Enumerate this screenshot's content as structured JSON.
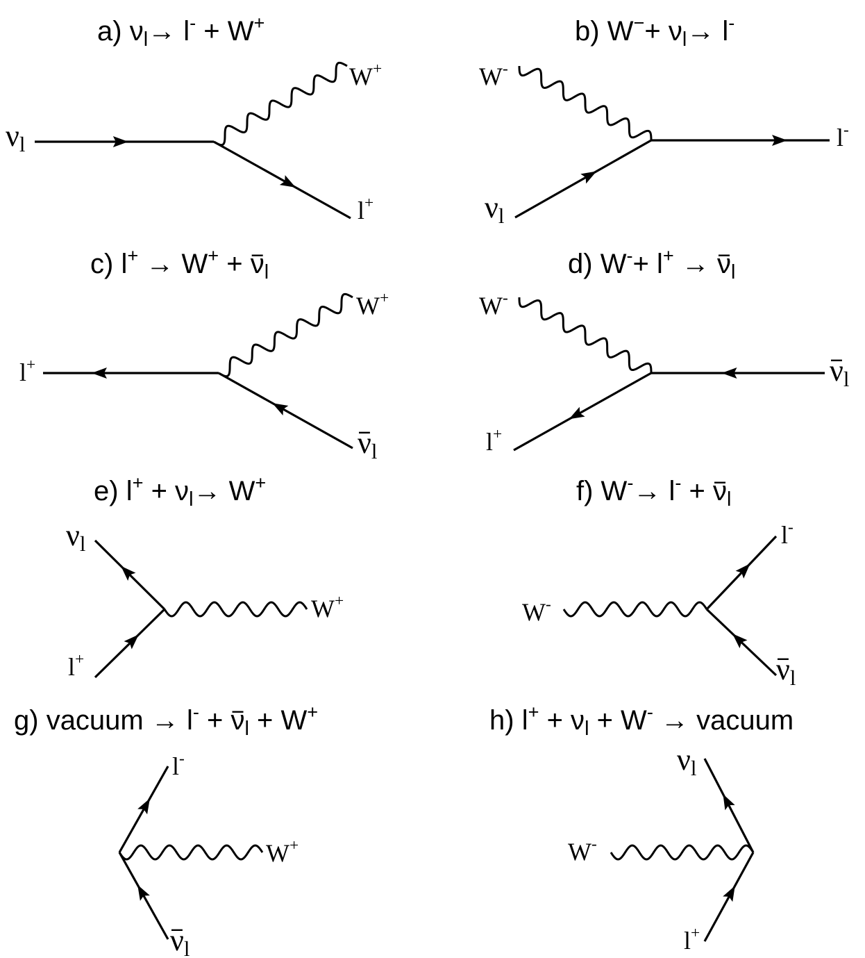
{
  "colors": {
    "ink": "#000000",
    "background": "#ffffff"
  },
  "diagrams": [
    {
      "id": "a",
      "title": {
        "prefix": "a) ",
        "parts": [
          {
            "t": "ν"
          },
          {
            "t": "l",
            "sub": true
          },
          {
            "t": "→ l"
          },
          {
            "t": "-",
            "sup": true
          },
          {
            "t": " + W"
          },
          {
            "t": "+",
            "sup": true
          }
        ]
      },
      "labels": {
        "w": {
          "base": "W",
          "sup": "+"
        },
        "nu": {
          "base": "ν",
          "sub": "l"
        },
        "lepton": {
          "base": "l",
          "sup": "+"
        }
      }
    },
    {
      "id": "b",
      "title": {
        "prefix": "b) ",
        "parts": [
          {
            "t": "W"
          },
          {
            "t": "−",
            "sup": true
          },
          {
            "t": "+ ν"
          },
          {
            "t": "l",
            "sub": true
          },
          {
            "t": "→ l"
          },
          {
            "t": "-",
            "sup": true
          }
        ]
      },
      "labels": {
        "w": {
          "base": "W",
          "sup": "-"
        },
        "nu": {
          "base": "ν",
          "sub": "l"
        },
        "lepton": {
          "base": "l",
          "sup": "-"
        }
      }
    },
    {
      "id": "c",
      "title": {
        "prefix": "c) ",
        "parts": [
          {
            "t": "l"
          },
          {
            "t": "+",
            "sup": true
          },
          {
            "t": " → W"
          },
          {
            "t": "+",
            "sup": true
          },
          {
            "t": " + "
          },
          {
            "t": "ν",
            "bar": true
          },
          {
            "t": "l",
            "sub": true
          }
        ]
      },
      "labels": {
        "w": {
          "base": "W",
          "sup": "+"
        },
        "nu": {
          "base": "ν",
          "sub": "l",
          "bar": true
        },
        "lepton": {
          "base": "l",
          "sup": "+"
        }
      }
    },
    {
      "id": "d",
      "title": {
        "prefix": "d) ",
        "parts": [
          {
            "t": "W"
          },
          {
            "t": "-",
            "sup": true
          },
          {
            "t": "+ l"
          },
          {
            "t": "+",
            "sup": true
          },
          {
            "t": " → "
          },
          {
            "t": "ν",
            "bar": true
          },
          {
            "t": "l",
            "sub": true
          }
        ]
      },
      "labels": {
        "w": {
          "base": "W",
          "sup": "-"
        },
        "nu": {
          "base": "ν",
          "sub": "l",
          "bar": true
        },
        "lepton": {
          "base": "l",
          "sup": "+"
        }
      }
    },
    {
      "id": "e",
      "title": {
        "prefix": "e) ",
        "parts": [
          {
            "t": "l"
          },
          {
            "t": "+",
            "sup": true
          },
          {
            "t": " + ν"
          },
          {
            "t": "l",
            "sub": true
          },
          {
            "t": "→ W"
          },
          {
            "t": "+",
            "sup": true
          }
        ]
      },
      "labels": {
        "w": {
          "base": "W",
          "sup": "+"
        },
        "nu": {
          "base": "ν",
          "sub": "l"
        },
        "lepton": {
          "base": "l",
          "sup": "+"
        }
      }
    },
    {
      "id": "f",
      "title": {
        "prefix": "f) ",
        "parts": [
          {
            "t": "W"
          },
          {
            "t": "-",
            "sup": true
          },
          {
            "t": "→ l"
          },
          {
            "t": "-",
            "sup": true
          },
          {
            "t": " + "
          },
          {
            "t": "ν",
            "bar": true
          },
          {
            "t": "l",
            "sub": true
          }
        ]
      },
      "labels": {
        "w": {
          "base": "W",
          "sup": "-"
        },
        "nu": {
          "base": "ν",
          "sub": "l",
          "bar": true
        },
        "lepton": {
          "base": "l",
          "sup": "-"
        }
      }
    },
    {
      "id": "g",
      "title": {
        "prefix": "g) ",
        "parts": [
          {
            "t": "vacuum → l"
          },
          {
            "t": "-",
            "sup": true
          },
          {
            "t": " + "
          },
          {
            "t": "ν",
            "bar": true
          },
          {
            "t": "l",
            "sub": true
          },
          {
            "t": " + W"
          },
          {
            "t": "+",
            "sup": true
          }
        ]
      },
      "labels": {
        "w": {
          "base": "W",
          "sup": "+"
        },
        "nu": {
          "base": "ν",
          "sub": "l",
          "bar": true
        },
        "lepton": {
          "base": "l",
          "sup": "-"
        }
      }
    },
    {
      "id": "h",
      "title": {
        "prefix": "h) ",
        "parts": [
          {
            "t": "l"
          },
          {
            "t": "+",
            "sup": true
          },
          {
            "t": " + ν"
          },
          {
            "t": "l",
            "sub": true
          },
          {
            "t": " + W"
          },
          {
            "t": "-",
            "sup": true
          },
          {
            "t": " → vacuum"
          }
        ]
      },
      "labels": {
        "w": {
          "base": "W",
          "sup": "-"
        },
        "nu": {
          "base": "ν",
          "sub": "l"
        },
        "lepton": {
          "base": "l",
          "sup": "+"
        }
      }
    }
  ]
}
